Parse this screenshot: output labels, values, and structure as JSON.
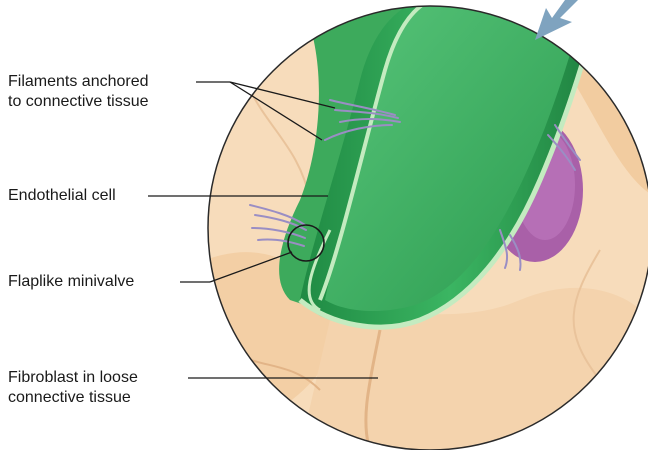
{
  "labels": {
    "filaments_line1": "Filaments anchored",
    "filaments_line2": "to connective tissue",
    "endothelial": "Endothelial cell",
    "minivalve": "Flaplike minivalve",
    "fibroblast_line1": "Fibroblast in loose",
    "fibroblast_line2": "connective tissue"
  },
  "colors": {
    "tissue": "#f6d9b6",
    "tissue_dark": "#e7bf93",
    "vessel_green": "#2f9e52",
    "vessel_light": "#4dbb6b",
    "vessel_edge": "#b8e3b5",
    "purple_cell": "#a35aa6",
    "filament": "#9b8fc2",
    "arrow": "#7fa3bf",
    "line": "#1a1a1a"
  }
}
